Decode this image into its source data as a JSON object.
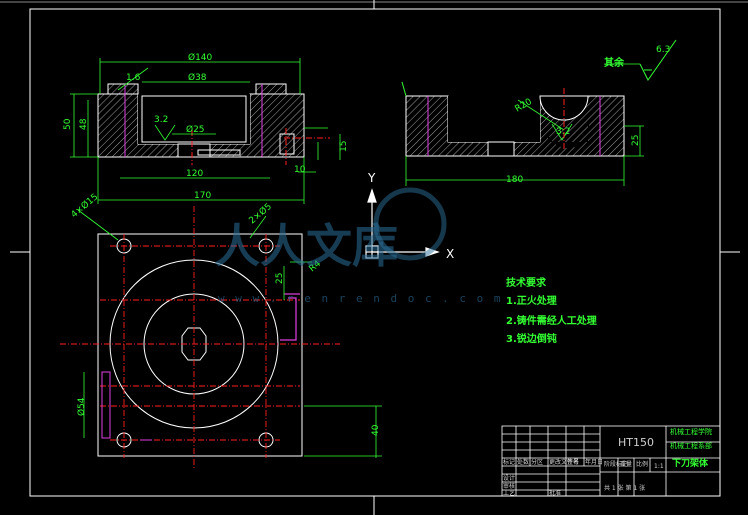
{
  "dimensions": {
    "front_width": "Ø140",
    "front_inner": "Ø38",
    "front_small": "Ø25",
    "front_chamfer": "1.6",
    "front_height_total": "50",
    "front_height": "48",
    "front_depth": "15",
    "front_depth2": "10",
    "front_120": "120",
    "front_170": "170",
    "front_r": "3.2",
    "side_radius": "R20",
    "side_r": "3.2",
    "side_25": "25",
    "side_180": "180",
    "top_holes_left": "4×Ø15",
    "top_holes_right": "2×Ø5",
    "top_25": "25",
    "top_r4": "R4",
    "top_54": "Ø54",
    "top_40": "40",
    "rough_value": "6.3",
    "rough_label": "其余"
  },
  "axes": {
    "x": "X",
    "y": "Y"
  },
  "watermark": {
    "text": "人人文库",
    "url": "w w w . r e n r e n d o c . c o m"
  },
  "notes": {
    "title": "技术要求",
    "items": [
      "1.正火处理",
      "2.铸件需经人工处理",
      "3.锐边倒钝"
    ]
  },
  "title_block": {
    "material": "HT150",
    "school": "机械工程学院",
    "dept": "机械工程系部",
    "part_name": "下刀架体",
    "scale": "1:1",
    "sheet": "共 1 张 第 1 张",
    "labels": [
      "标记",
      "处数",
      "分区",
      "更改文件号",
      "签名",
      "年月日",
      "设计",
      "审核",
      "工艺",
      "批准",
      "阶段标记",
      "重量",
      "比例"
    ]
  }
}
